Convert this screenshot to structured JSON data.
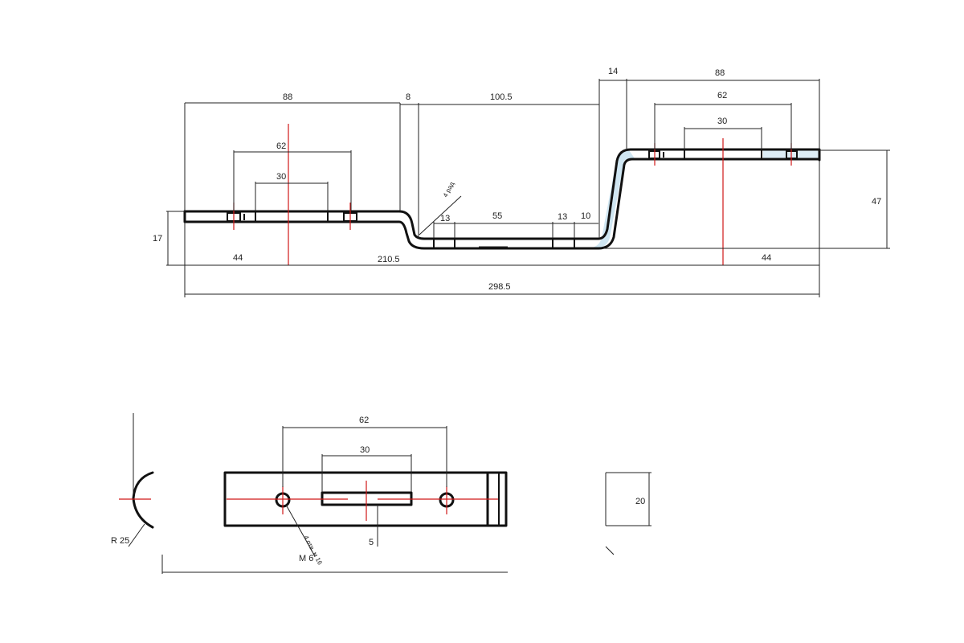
{
  "side_view": {
    "dims": {
      "left_flange_length": "88",
      "bend_gap": "8",
      "center_length": "100.5",
      "riser_offset": "14",
      "right_flange_length": "88",
      "left_hole_spacing": "62",
      "left_slot_length": "30",
      "right_hole_spacing": "62",
      "right_slot_length": "30",
      "bend_radius": "4 рад",
      "center_a": "13",
      "center_b": "55",
      "center_c": "13",
      "center_d": "10",
      "total_height": "47",
      "left_height": "17",
      "left_center_offset": "44",
      "center_position": "210.5",
      "right_center_offset": "44",
      "overall_length": "298.5"
    }
  },
  "plan_view": {
    "dims": {
      "hole_spacing": "62",
      "slot_length": "30",
      "width": "20",
      "slot_width": "5",
      "radius": "R 25",
      "thread": "М 6",
      "thread_note": "4 отв. м 16"
    }
  }
}
